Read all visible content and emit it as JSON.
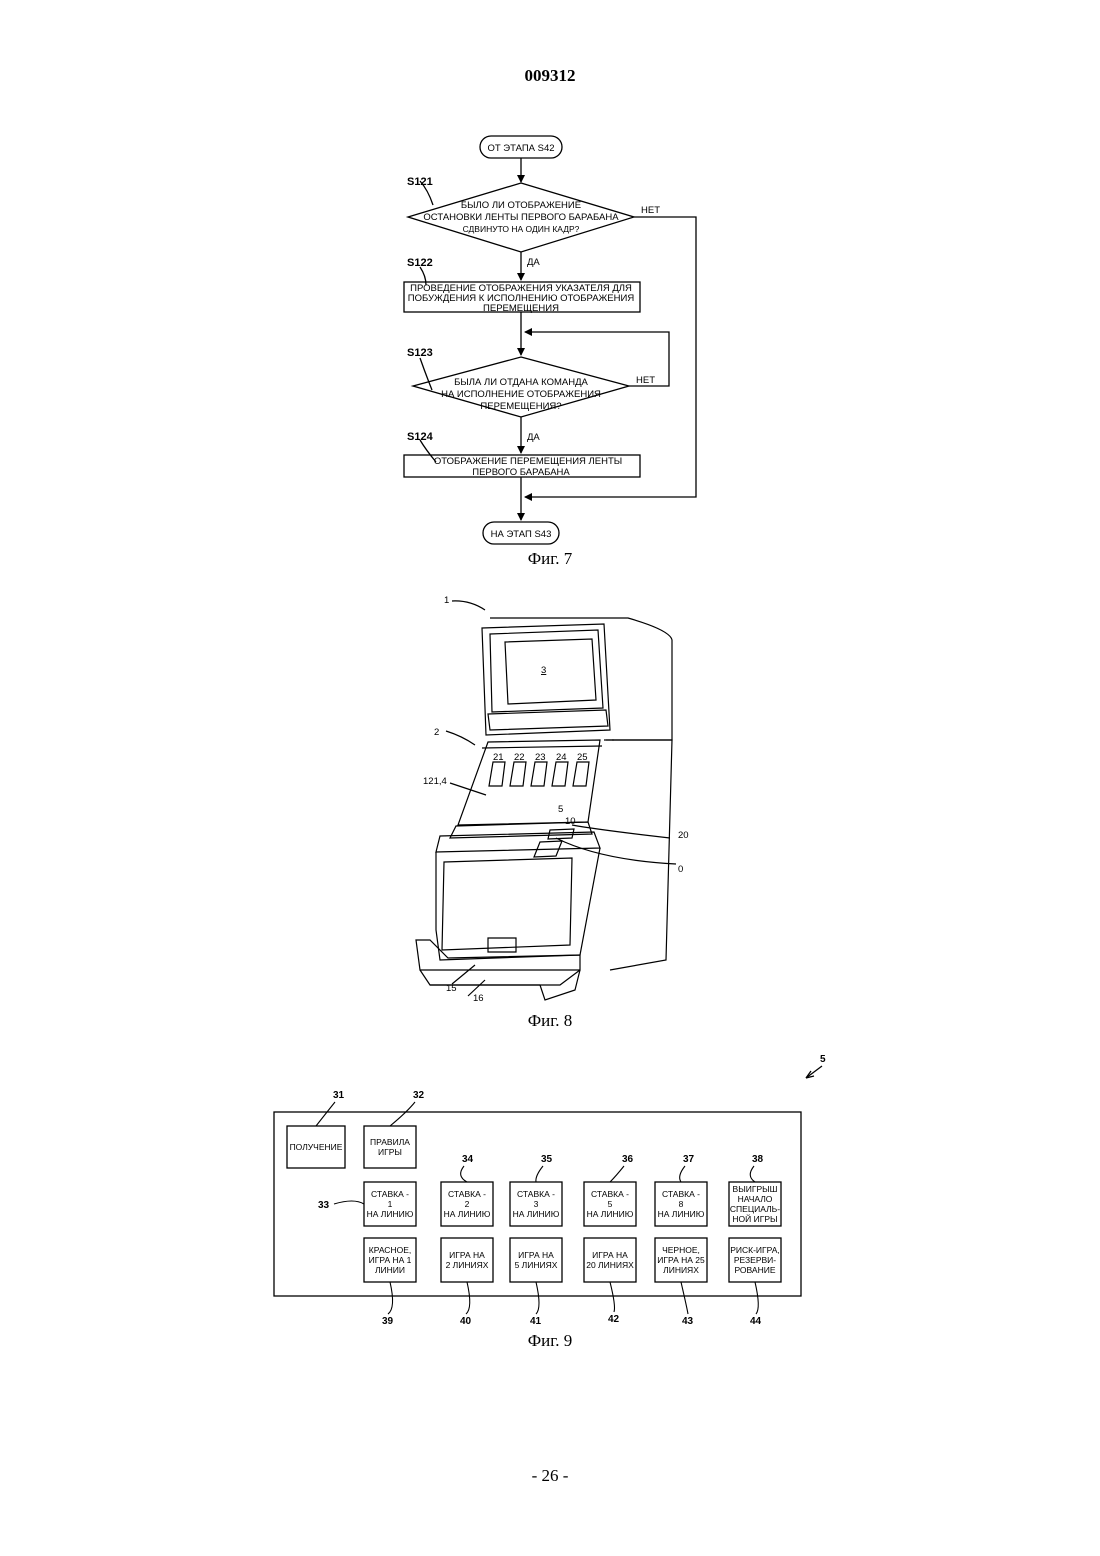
{
  "header": {
    "doc_number": "009312"
  },
  "footer": {
    "page": "- 26 -"
  },
  "fig7": {
    "caption": "Фиг. 7",
    "start": "ОТ ЭТАПА S42",
    "end": "НА ЭТАП S43",
    "s121": {
      "label": "S121",
      "line1": "БЫЛО ЛИ ОТОБРАЖЕНИЕ",
      "line2": "ОСТАНОВКИ ЛЕНТЫ ПЕРВОГО БАРАБАНА",
      "line3": "СДВИНУТО НА ОДИН КАДР?",
      "no": "НЕТ",
      "yes": "ДА"
    },
    "s122": {
      "label": "S122",
      "line1": "ПРОВЕДЕНИЕ ОТОБРАЖЕНИЯ УКАЗАТЕЛЯ ДЛЯ",
      "line2": "ПОБУЖДЕНИЯ К ИСПОЛНЕНИЮ ОТОБРАЖЕНИЯ",
      "line3": "ПЕРЕМЕЩЕНИЯ"
    },
    "s123": {
      "label": "S123",
      "line1": "БЫЛА ЛИ ОТДАНА КОМАНДА",
      "line2": "НА ИСПОЛНЕНИЕ ОТОБРАЖЕНИЯ",
      "line3": "ПЕРЕМЕЩЕНИЯ?",
      "no": "НЕТ",
      "yes": "ДА"
    },
    "s124": {
      "label": "S124",
      "line1": "ОТОБРАЖЕНИЕ ПЕРЕМЕЩЕНИЯ ЛЕНТЫ",
      "line2": "ПЕРВОГО БАРАБАНА"
    }
  },
  "fig8": {
    "caption": "Фиг. 8",
    "refs": {
      "r1": "1",
      "r2": "2",
      "r3": "3",
      "r21": "21",
      "r22": "22",
      "r23": "23",
      "r24": "24",
      "r25": "25",
      "r121": "121,4",
      "r5": "5",
      "r10": "10",
      "r20": "20",
      "r0": "0",
      "r15": "15",
      "r16": "16"
    }
  },
  "fig9": {
    "caption": "Фиг. 9",
    "panel_ref": "5",
    "buttons": {
      "b31": {
        "ref": "31",
        "lines": [
          "ПОЛУЧЕНИЕ"
        ]
      },
      "b32": {
        "ref": "32",
        "lines": [
          "ПРАВИЛА",
          "ИГРЫ"
        ]
      },
      "b33": {
        "ref": "33",
        "lines": [
          "СТАВКА -",
          "1",
          "НА ЛИНИЮ"
        ]
      },
      "b34": {
        "ref": "34",
        "lines": [
          "СТАВКА -",
          "2",
          "НА ЛИНИЮ"
        ]
      },
      "b35": {
        "ref": "35",
        "lines": [
          "СТАВКА -",
          "3",
          "НА ЛИНИЮ"
        ]
      },
      "b36": {
        "ref": "36",
        "lines": [
          "СТАВКА -",
          "5",
          "НА ЛИНИЮ"
        ]
      },
      "b37": {
        "ref": "37",
        "lines": [
          "СТАВКА -",
          "8",
          "НА ЛИНИЮ"
        ]
      },
      "b38": {
        "ref": "38",
        "lines": [
          "ВЫИГРЫШ",
          "НАЧАЛО",
          "СПЕЦИАЛЬ-",
          "НОЙ ИГРЫ"
        ]
      },
      "b39": {
        "ref": "39",
        "lines": [
          "КРАСНОЕ,",
          "ИГРА НА 1",
          "ЛИНИИ"
        ]
      },
      "b40": {
        "ref": "40",
        "lines": [
          "ИГРА НА",
          "2 ЛИНИЯХ"
        ]
      },
      "b41": {
        "ref": "41",
        "lines": [
          "ИГРА НА",
          "5 ЛИНИЯХ"
        ]
      },
      "b42": {
        "ref": "42",
        "lines": [
          "ИГРА НА",
          "20 ЛИНИЯХ"
        ]
      },
      "b43": {
        "ref": "43",
        "lines": [
          "ЧЕРНОЕ,",
          "ИГРА НА 25",
          "ЛИНИЯХ"
        ]
      },
      "b44": {
        "ref": "44",
        "lines": [
          "РИСК-ИГРА,",
          "РЕЗЕРВИ-",
          "РОВАНИЕ"
        ]
      }
    }
  }
}
